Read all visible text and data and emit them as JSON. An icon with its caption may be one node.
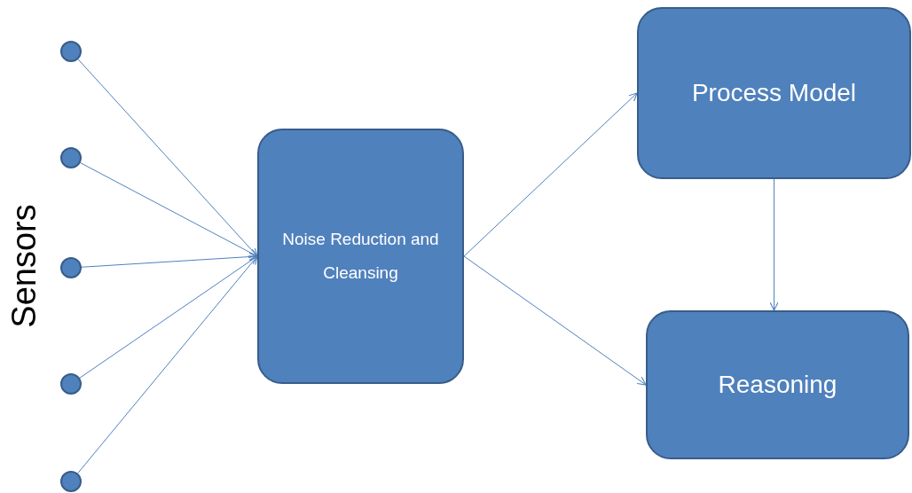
{
  "diagram": {
    "nodes": [
      {
        "text": [],
        "shape": "circle"
      },
      {
        "text": [],
        "shape": "circle"
      },
      {
        "text": [],
        "shape": "circle"
      },
      {
        "text": [],
        "shape": "circle"
      },
      {
        "text": [],
        "shape": "circle"
      },
      {
        "text": [
          "Noise Reduction and Cleansing"
        ]
      },
      {
        "text": [
          "Process Model"
        ]
      },
      {
        "text": [
          "Reasoning"
        ]
      }
    ],
    "edges": [
      {
        "from": 0,
        "to": 5,
        "arrow": "to"
      },
      {
        "from": 1,
        "to": 5,
        "arrow": "to"
      },
      {
        "from": 2,
        "to": 5,
        "arrow": "to"
      },
      {
        "from": 3,
        "to": 5,
        "arrow": "to"
      },
      {
        "from": 4,
        "to": 5,
        "arrow": "to"
      },
      {
        "from": 5,
        "to": 6,
        "arrow": "to"
      },
      {
        "from": 5,
        "to": 7,
        "arrow": "to"
      },
      {
        "from": 6,
        "to": 7,
        "arrow": "to"
      }
    ],
    "labels": [
      "Sensors"
    ]
  }
}
